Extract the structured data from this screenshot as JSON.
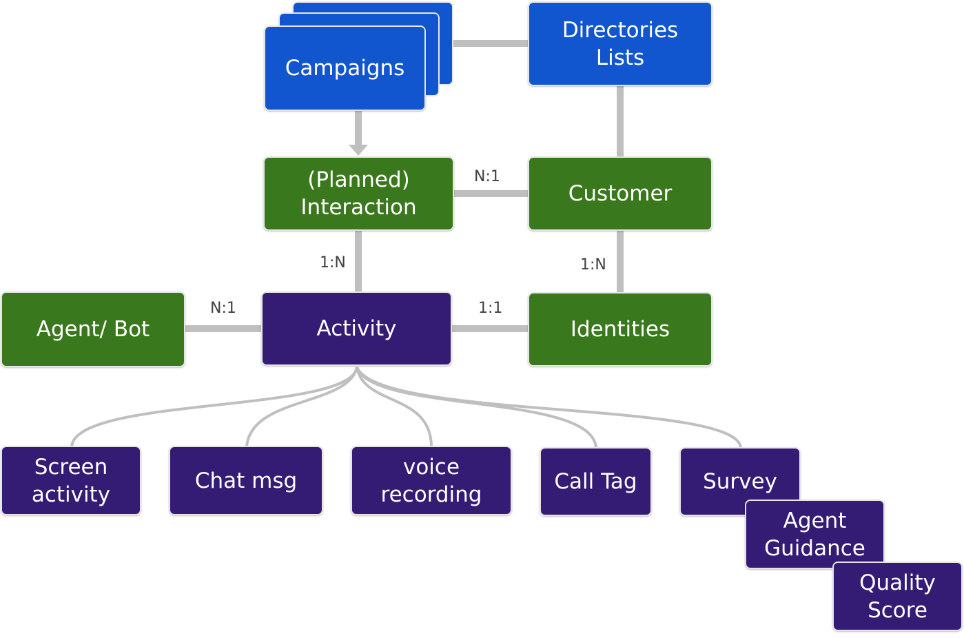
{
  "nodes": {
    "campaigns": "Campaigns",
    "directories_lists": "Directories\nLists",
    "planned_interaction": "(Planned)\nInteraction",
    "customer": "Customer",
    "agent_bot": "Agent/ Bot",
    "activity": "Activity",
    "identities": "Identities",
    "screen_activity": "Screen\nactivity",
    "chat_msg": "Chat msg",
    "voice_recording": "voice\nrecording",
    "call_tag": "Call Tag",
    "survey": "Survey",
    "agent_guidance": "Agent\nGuidance",
    "quality_score": "Quality\nScore"
  },
  "relations": {
    "interaction_customer": "N:1",
    "interaction_activity": "1:N",
    "customer_identities": "1:N",
    "agent_activity": "N:1",
    "activity_identities": "1:1"
  },
  "colors": {
    "blue": "#1155cf",
    "green": "#3a781d",
    "purple": "#341b73",
    "connector": "#bfbfbf"
  }
}
